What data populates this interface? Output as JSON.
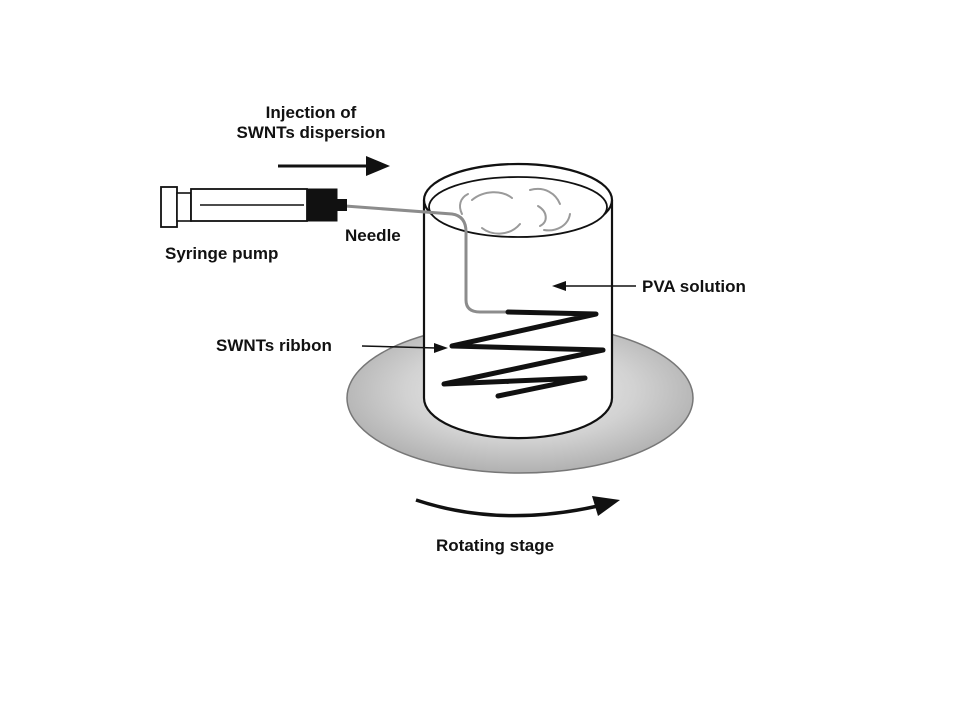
{
  "labels": {
    "injection_line1": "Injection of",
    "injection_line2": "SWNTs dispersion",
    "syringe_pump": "Syringe pump",
    "needle": "Needle",
    "pva_solution": "PVA solution",
    "swnts_ribbon": "SWNTs ribbon",
    "rotating_stage": "Rotating stage"
  }
}
